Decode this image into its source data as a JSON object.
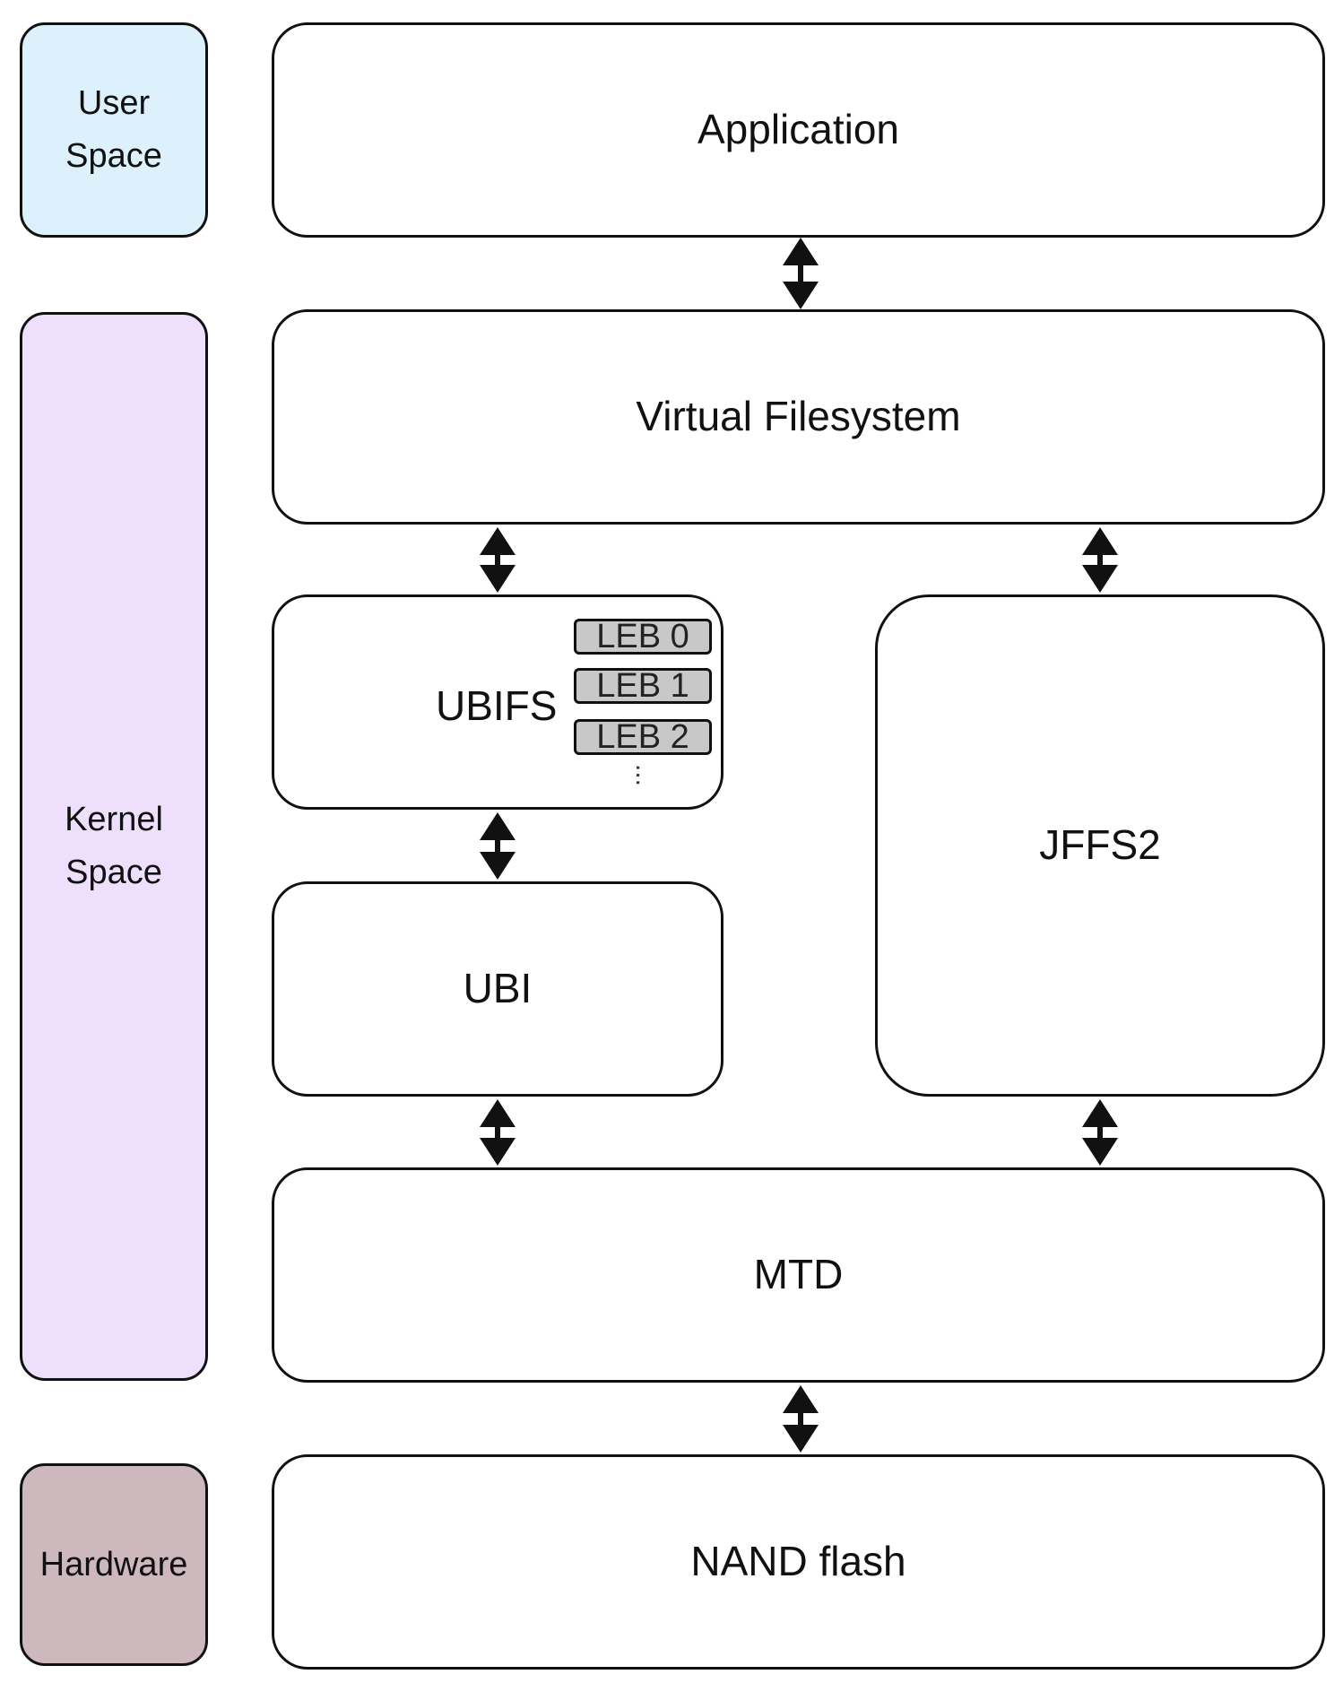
{
  "side_labels": {
    "user_space": "User\nSpace",
    "kernel_space": "Kernel\nSpace",
    "hardware": "Hardware"
  },
  "layers": {
    "application": "Application",
    "vfs": "Virtual Filesystem",
    "ubifs": "UBIFS",
    "jffs2": "JFFS2",
    "ubi": "UBI",
    "mtd": "MTD",
    "nand": "NAND flash"
  },
  "lebs": [
    "LEB 0",
    "LEB 1",
    "LEB 2"
  ],
  "leb_ellipsis": "...",
  "colors": {
    "user_space": "#dcf1fb",
    "kernel_space": "#eee0fc",
    "hardware": "#cdb8be",
    "leb": "#c8c8c8",
    "stroke": "#111111"
  }
}
